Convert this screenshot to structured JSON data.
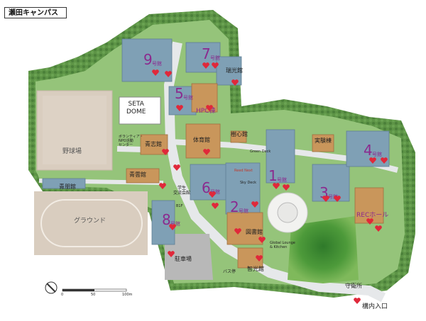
{
  "title": "瀬田キャンパス",
  "labels": {
    "seta_dome": "SETA\nDOME",
    "baseball": "野球場",
    "ground": "グラウンド",
    "seimeikan": "青朋館",
    "seishikan": "青志館",
    "seisokan": "青雲館",
    "taiikukan": "体育館",
    "volunteer": "ボランティア・\nNPO活動\nセンター",
    "gakusei": "学生\n交流会館",
    "parking": "駐車場",
    "bus": "バス停",
    "jukokan": "樹心館",
    "jikken": "実験棟",
    "zuikokan": "瑞光館",
    "hpc": "HPC棟",
    "rec": "RECホール",
    "library": "図書館",
    "chikokan": "智光館",
    "global": "Global Lounge\n& Kitchen",
    "green_deck": "Green Deck",
    "sky_deck": "Sky Deck",
    "reed_next": "Reed Next",
    "guard": "守衛所",
    "entrance": "構内入口",
    "b1f": "B1F",
    "scale_0": "0",
    "scale_50": "50",
    "scale_100": "100m"
  },
  "buildings": [
    {
      "num": "9",
      "suffix": "号館"
    },
    {
      "num": "7",
      "suffix": "号館"
    },
    {
      "num": "5",
      "suffix": "号館"
    },
    {
      "num": "6",
      "suffix": "号館"
    },
    {
      "num": "8",
      "suffix": "号館"
    },
    {
      "num": "2",
      "suffix": "号館"
    },
    {
      "num": "1",
      "suffix": "号館"
    },
    {
      "num": "3",
      "suffix": "号館"
    },
    {
      "num": "4",
      "suffix": "号館"
    }
  ],
  "icons": [
    "aed-heart-icon",
    "parking-p-icon",
    "toilet-icon",
    "wheelchair-icon",
    "compass-icon"
  ],
  "colors": {
    "forest": "#4f8a3f",
    "grass": "#8fc06e",
    "road": "#e4e7ea",
    "building_blue": "#7f9fb3",
    "building_orange": "#c8955a",
    "field": "#d7cbbd",
    "purple": "#8b2a8e",
    "aed_red": "#e0283a"
  }
}
